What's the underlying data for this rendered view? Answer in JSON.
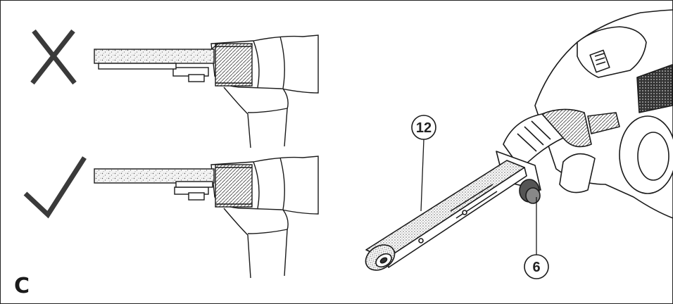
{
  "figure": {
    "label": "C",
    "callouts": [
      {
        "id": "belt",
        "text": "12"
      },
      {
        "id": "knob",
        "text": "6"
      }
    ],
    "marks": [
      {
        "id": "incorrect",
        "icon": "cross-icon",
        "color": "#3a3a3a"
      },
      {
        "id": "correct",
        "icon": "checkmark-icon",
        "color": "#3a3a3a"
      }
    ]
  }
}
